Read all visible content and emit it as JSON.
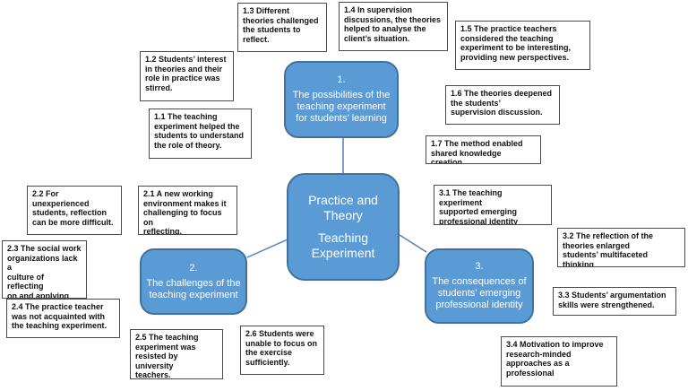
{
  "colors": {
    "hub_fill": "#5b9bd5",
    "hub_border": "#41719c",
    "hub_text": "#ffffff",
    "note_border": "#4a4a4a",
    "connector": "#4f81bd"
  },
  "center": {
    "line1": "Practice and\nTheory",
    "line2": "Teaching\nExperiment"
  },
  "hubs": {
    "h1": {
      "num": "1.",
      "title": "The possibilities of the\nteaching experiment\nfor students’ learning"
    },
    "h2": {
      "num": "2.",
      "title": "The challenges of the\nteaching experiment"
    },
    "h3": {
      "num": "3.",
      "title": "The consequences of\nstudents’ emerging\nprofessional identity"
    }
  },
  "notes": {
    "n1_1": "1.1 The teaching\nexperiment helped the\nstudents to understand\nthe role of theory.",
    "n1_2": "1.2 Students’ interest\nin theories and their\nrole in practice was\nstirred.",
    "n1_3": "1.3 Different\ntheories challenged\nthe students to\nreflect.",
    "n1_4": "1.4 In supervision\ndiscussions, the theories\nhelped to analyse the\nclient’s situation.",
    "n1_5": "1.5 The practice teachers\nconsidered the teaching\nexperiment to be interesting,\nproviding new perspectives.",
    "n1_6": "1.6 The theories deepened\nthe students’\nsupervision discussion.",
    "n1_7": "1.7 The method enabled\nshared knowledge creation.",
    "n2_1": "2.1 A new working\nenvironment makes it\nchallenging to focus on\nreflecting.",
    "n2_2": "2.2 For\nunexperienced\nstudents, reflection\ncan be more difficult.",
    "n2_3": "2.3 The social work\norganizations lack a\nculture of reflecting\non and applying\ntheory.",
    "n2_4": "2.4 The practice teacher\nwas not acquainted with\nthe teaching experiment.",
    "n2_5": "2.5 The teaching\nexperiment was\nresisted by university\nteachers.",
    "n2_6": "2.6 Students were\nunable to focus on\nthe exercise\nsufficiently.",
    "n3_1": "3.1 The teaching experiment\nsupported emerging\nprofessional identity",
    "n3_2": "3.2 The reflection of the\ntheories enlarged\nstudents’ multifaceted thinking",
    "n3_3": "3.3 Students’ argumentation\nskills were strengthened.",
    "n3_4": "3.4 Motivation to improve\nresearch-minded\napproaches as a\nprofessional"
  }
}
